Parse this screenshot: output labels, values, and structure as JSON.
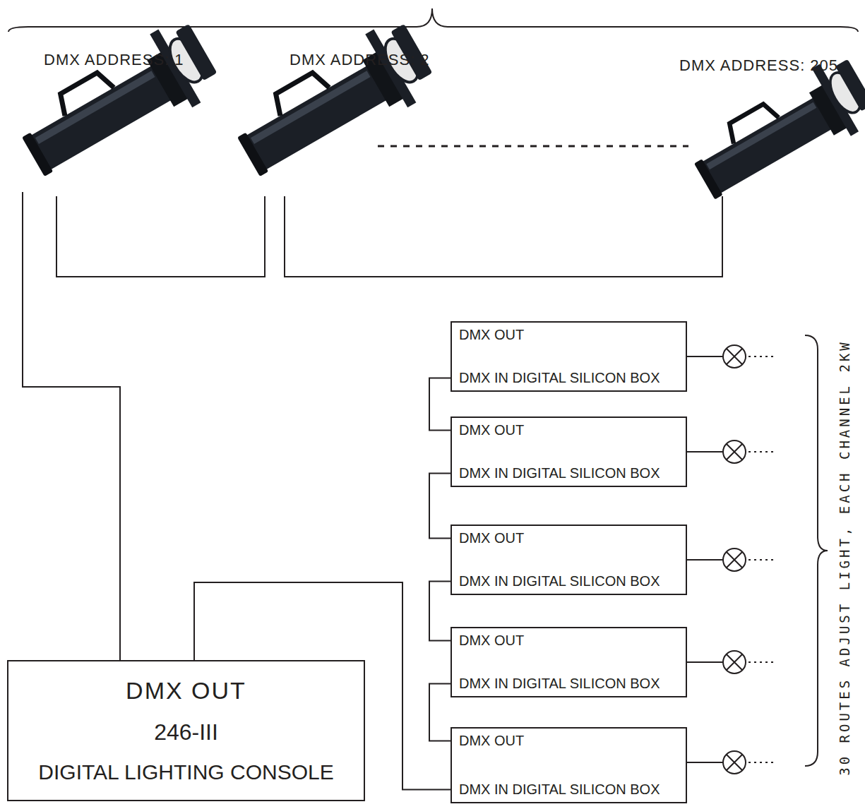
{
  "diagram": {
    "nodes": [
      {
        "text": [
          "DMX OUT",
          "DMX IN DIGITAL SILICON BOX"
        ]
      },
      {
        "text": [
          "DMX OUT",
          "DMX IN DIGITAL SILICON BOX"
        ]
      },
      {
        "text": [
          "DMX OUT",
          "DMX IN DIGITAL SILICON BOX"
        ]
      },
      {
        "text": [
          "DMX OUT",
          "DMX IN DIGITAL SILICON BOX"
        ]
      },
      {
        "text": [
          "DMX OUT",
          "DMX IN DIGITAL SILICON BOX"
        ]
      },
      {
        "text": [
          "DMX OUT",
          "246-III",
          "DIGITAL LIGHTING CONSOLE"
        ]
      }
    ],
    "edges": [
      {
        "from": 5,
        "to": 4,
        "arrow": "none"
      },
      {
        "from": 4,
        "to": 3,
        "arrow": "none"
      },
      {
        "from": 3,
        "to": 2,
        "arrow": "none"
      },
      {
        "from": 2,
        "to": 1,
        "arrow": "none"
      },
      {
        "from": 1,
        "to": 0,
        "arrow": "none"
      }
    ],
    "labels": [
      "DMX ADDRESS: 1",
      "DMX ADDRESS: 2",
      "DMX ADDRESS: 205",
      "30 ROUTES ADJUST LIGHT, EACH CHANNEL 2KW"
    ]
  }
}
